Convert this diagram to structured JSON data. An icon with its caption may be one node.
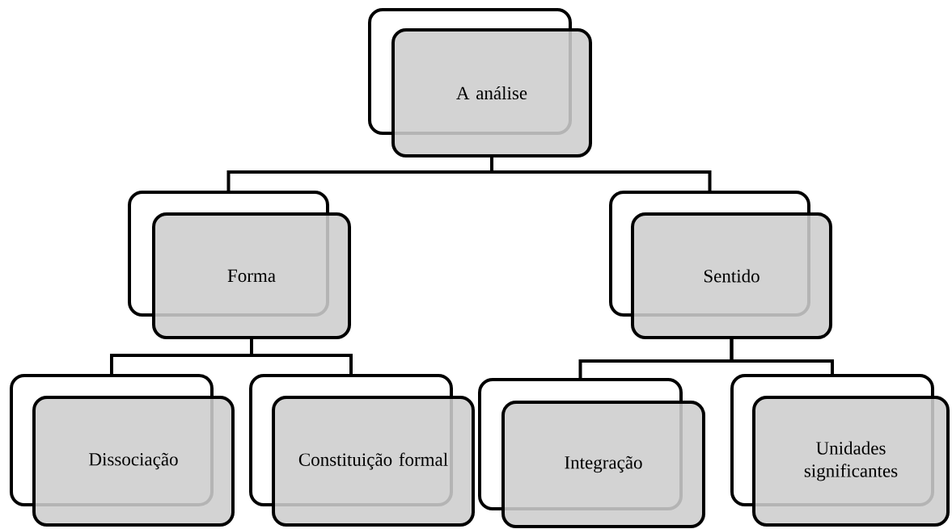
{
  "diagram": {
    "nodes": [
      {
        "text": [
          "A análise"
        ]
      },
      {
        "text": [
          "Forma"
        ]
      },
      {
        "text": [
          "Sentido"
        ]
      },
      {
        "text": [
          "Dissociação"
        ]
      },
      {
        "text": [
          "Constituição formal"
        ]
      },
      {
        "text": [
          "Integração"
        ]
      },
      {
        "text": [
          "Unidades significantes"
        ]
      }
    ],
    "edges": [
      {
        "from": 0,
        "to": 1,
        "arrow": "none"
      },
      {
        "from": 0,
        "to": 2,
        "arrow": "none"
      },
      {
        "from": 1,
        "to": 3,
        "arrow": "none"
      },
      {
        "from": 1,
        "to": 4,
        "arrow": "none"
      },
      {
        "from": 2,
        "to": 5,
        "arrow": "none"
      },
      {
        "from": 2,
        "to": 6,
        "arrow": "none"
      }
    ]
  }
}
